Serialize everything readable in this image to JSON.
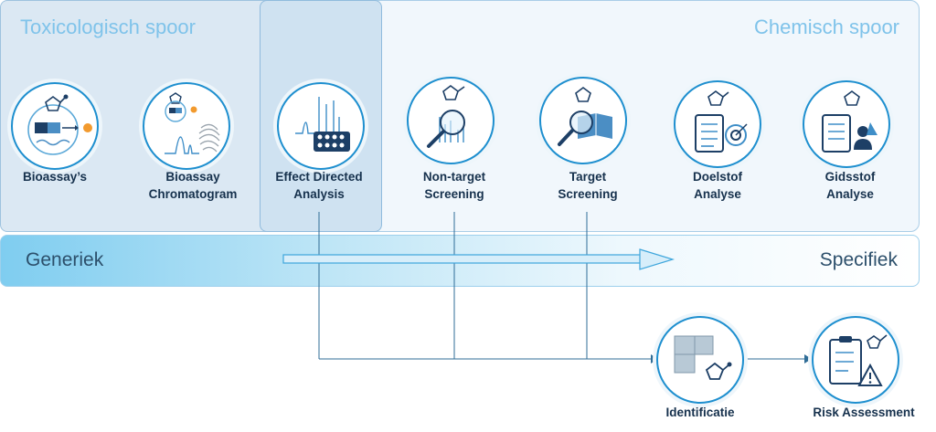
{
  "panels": {
    "toxicological_title": "Toxicologisch spoor",
    "chemical_title": "Chemisch spoor"
  },
  "band": {
    "left_label": "Generiek",
    "right_label": "Specifiek"
  },
  "nodes": [
    {
      "id": "bioassays",
      "lines": [
        "Bioassay’s"
      ],
      "icon": "bioassay-icon"
    },
    {
      "id": "bioassay-chromatogram",
      "lines": [
        "Bioassay",
        "Chromatogram"
      ],
      "icon": "fingerprint-icon"
    },
    {
      "id": "effect-directed-analysis",
      "lines": [
        "Effect Directed",
        "Analysis"
      ],
      "icon": "chromatogram-plate-icon"
    },
    {
      "id": "non-target-screening",
      "lines": [
        "Non-target",
        "Screening"
      ],
      "icon": "magnifier-spectrum-icon"
    },
    {
      "id": "target-screening",
      "lines": [
        "Target",
        "Screening"
      ],
      "icon": "magnifier-book-icon"
    },
    {
      "id": "doelstof-analyse",
      "lines": [
        "Doelstof",
        "Analyse"
      ],
      "icon": "checklist-target-icon"
    },
    {
      "id": "gidsstof-analyse",
      "lines": [
        "Gidsstof",
        "Analyse"
      ],
      "icon": "checklist-person-icon"
    }
  ],
  "outputs": [
    {
      "id": "identificatie",
      "label": "Identificatie",
      "icon": "puzzle-molecule-icon"
    },
    {
      "id": "risk-assessment",
      "label": "Risk Assessment",
      "icon": "clipboard-warning-icon"
    }
  ],
  "colors": {
    "accent": "#1e8fcf",
    "dark_text": "#16314d",
    "panel_title": "#7fc3ea"
  }
}
